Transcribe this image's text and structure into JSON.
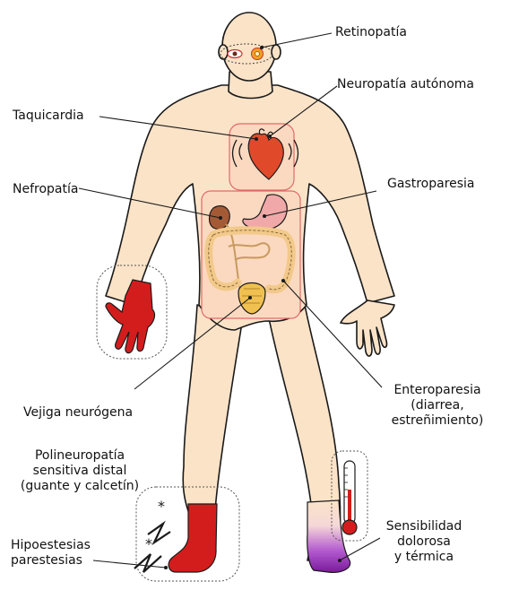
{
  "labels": {
    "retinopatia": "Retinopatía",
    "neuropatia_autonoma": "Neuropatía autónoma",
    "taquicardia": "Taquicardia",
    "nefropatia": "Nefropatía",
    "gastroparesia": "Gastroparesia",
    "vejiga": "Vejiga neurógena",
    "enteroparesia": [
      "Enteroparesia",
      "(diarrea,",
      "estreñimiento)"
    ],
    "polineuropatia": [
      "Polineuropatía",
      "sensitiva distal",
      "(guante y calcetín)"
    ],
    "hipoestesias": [
      "Hipoestesias",
      "parestesias"
    ],
    "sensibilidad": [
      "Sensibilidad",
      "dolorosa",
      "y térmica"
    ]
  },
  "colors": {
    "skin": "#fbe3c7",
    "outline": "#1a1a1a",
    "glove": "#d31d1d",
    "heart": "#e04a2a",
    "kidney": "#a55a36",
    "stomach": "#f0a8a8",
    "intestine": "#f2c98a",
    "bladder": "#f0c050",
    "box": "#e06a6a",
    "foot_purple": "#8a1ea0"
  }
}
